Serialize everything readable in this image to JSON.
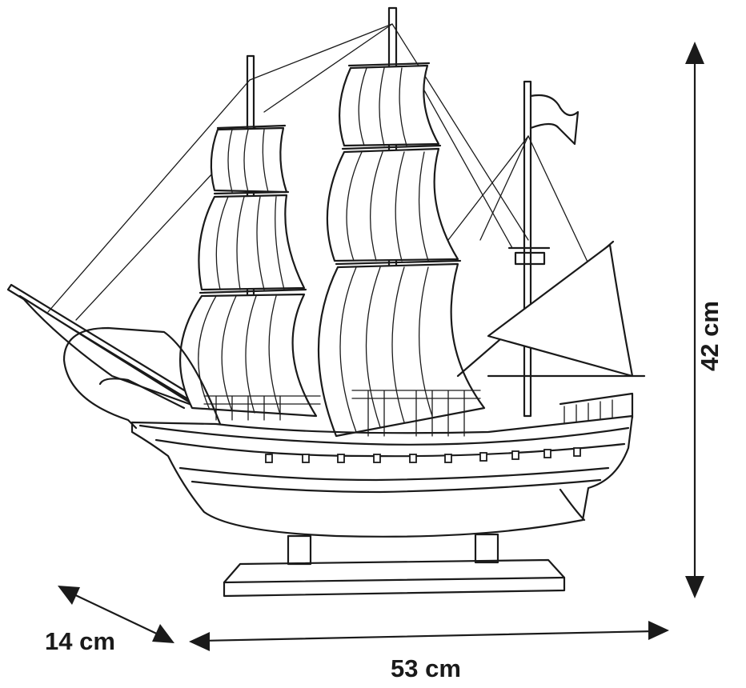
{
  "figure": {
    "dimensions": {
      "width": {
        "label": "53 cm"
      },
      "height": {
        "label": "42 cm"
      },
      "depth": {
        "label": "14 cm"
      }
    },
    "colors": {
      "ink": "#1a1a1a",
      "background": "#ffffff"
    }
  }
}
